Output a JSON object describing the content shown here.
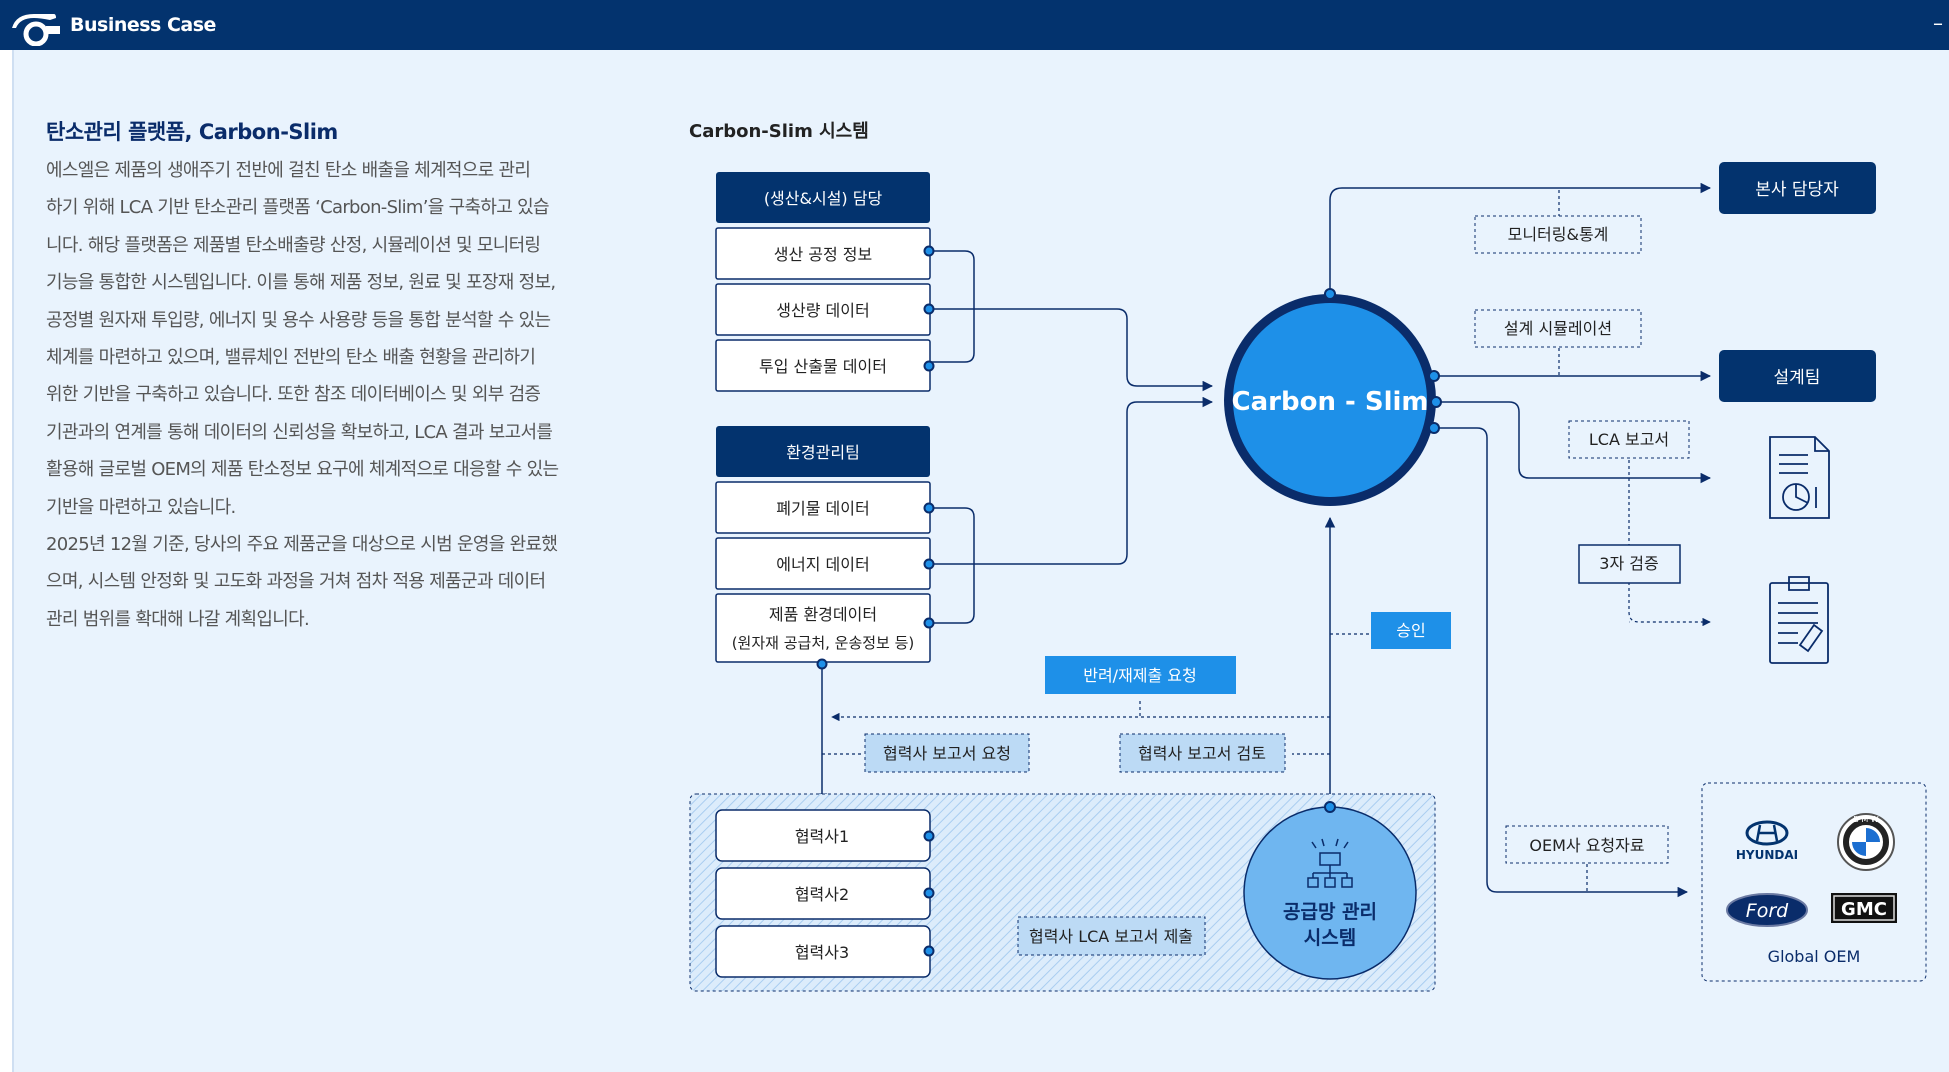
{
  "header": {
    "title": "Business Case",
    "minimize_label": "–"
  },
  "text": {
    "heading": "탄소관리 플랫폼, Carbon-Slim",
    "lines": [
      "에스엘은 제품의 생애주기 전반에 걸친 탄소 배출을 체계적으로 관리",
      "하기 위해 LCA 기반 탄소관리 플랫폼 ‘Carbon-Slim’을 구축하고 있습",
      "니다. 해당 플랫폼은 제품별 탄소배출량 산정, 시뮬레이션 및 모니터링",
      "기능을 통합한 시스템입니다. 이를 통해 제품 정보, 원료 및 포장재 정보,",
      "공정별 원자재 투입량, 에너지 및 용수 사용량 등을 통합 분석할 수 있는",
      "체계를 마련하고 있으며, 밸류체인 전반의 탄소 배출 현황을 관리하기",
      "위한 기반을 구축하고 있습니다. 또한 참조 데이터베이스 및 외부 검증",
      "기관과의 연계를 통해 데이터의 신뢰성을 확보하고, LCA 결과 보고서를",
      "활용해 글로벌 OEM의 제품 탄소정보 요구에 체계적으로 대응할 수 있는",
      "기반을 마련하고 있습니다.",
      "2025년 12월 기준, 당사의 주요 제품군을 대상으로 시범 운영을 완료했",
      "으며, 시스템 안정화 및 고도화 과정을 거쳐 점차 적용 제품군과 데이터",
      "관리 범위를 확대해 나갈 계획입니다."
    ]
  },
  "diagram": {
    "title": "Carbon-Slim 시스템",
    "production_team": "(생산&시설) 담당",
    "production_items": [
      "생산 공정 정보",
      "생산량 데이터",
      "투입 산출물 데이터"
    ],
    "env_team": "환경관리팀",
    "env_items": [
      "폐기물 데이터",
      "에너지 데이터"
    ],
    "env_item3": [
      "제품 환경데이터",
      "(원자재 공급처, 운송정보 등)"
    ],
    "center": "Carbon - Slim",
    "hq": "본사 담당자",
    "monitoring": "모니터링&통계",
    "simulation": "설계 시뮬레이션",
    "design_team": "설계팀",
    "lca_report": "LCA 보고서",
    "third_party": "3자 검증",
    "approval": "승인",
    "reject": "반려/재제출 요청",
    "partner_request": "협력사 보고서 요청",
    "partner_review": "협력사 보고서 검토",
    "partners": [
      "협력사1",
      "협력사2",
      "협력사3"
    ],
    "partner_submit": "협력사 LCA 보고서 제출",
    "scm": [
      "공급망 관리",
      "시스템"
    ],
    "oem_request": "OEM사 요청자료",
    "oem": {
      "hyundai": "HYUNDAI",
      "bmw": "B M W",
      "ford": "Ford",
      "gmc": "GMC",
      "label": "Global OEM"
    }
  },
  "colors": {
    "navy": "#03336e",
    "accent": "#1e90e8",
    "background": "#e9f3fd",
    "light_box": "#bcdaf5"
  }
}
